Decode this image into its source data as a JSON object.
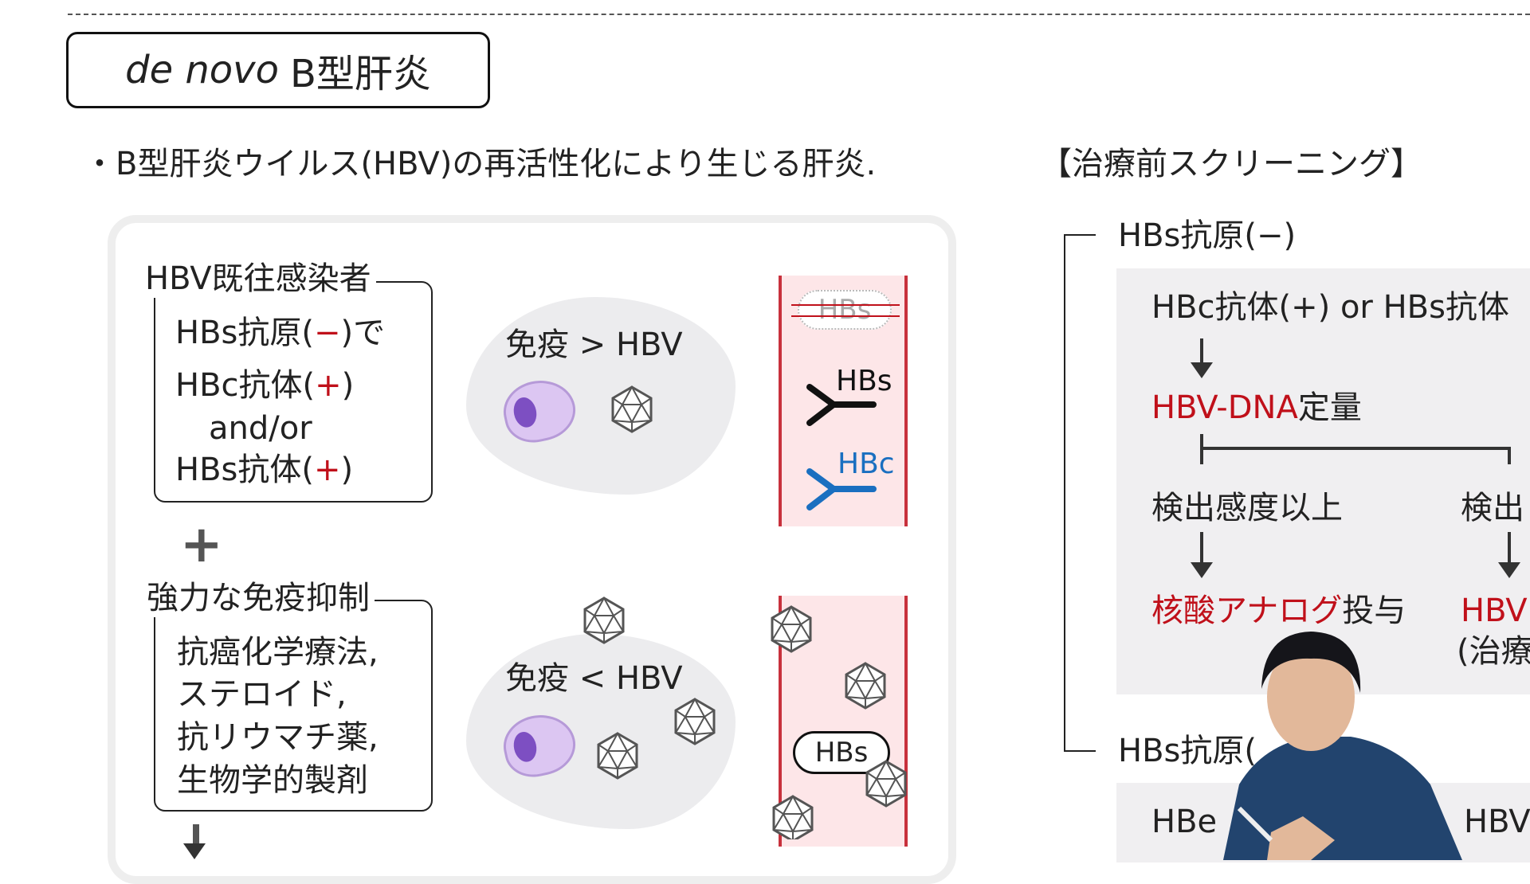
{
  "title": {
    "italic": "de novo",
    "rest": "B型肝炎"
  },
  "bullet": "・B型肝炎ウイルス(HBV)の再活性化により生じる肝炎.",
  "screening_heading": "【治療前スクリーニング】",
  "left_panel": {
    "group1_label": "HBV既往感染者",
    "group1_lines": [
      {
        "a": "HBs抗原(",
        "b": "−",
        "c": ")で"
      },
      {
        "a": "HBc抗体(",
        "b": "+",
        "c": ")"
      },
      {
        "a": "and/or",
        "b": "",
        "c": ""
      },
      {
        "a": "HBs抗体(",
        "b": "+",
        "c": ")"
      }
    ],
    "plus": "+",
    "group2_label": "強力な免疫抑制",
    "group2_lines": [
      "抗癌化学療法,",
      "ステロイド,",
      "抗リウマチ薬,",
      "生物学的製剤"
    ],
    "liver1_text": "免疫 > HBV",
    "liver2_text": "免疫 < HBV",
    "blood1": {
      "crossed": "HBs",
      "ab1": "HBs",
      "ab2": "HBc"
    },
    "blood2": {
      "antigen": "HBs"
    }
  },
  "right_panel": {
    "branch1": "HBs抗原(−)",
    "line1": "HBc抗体(+) or HBs抗体",
    "dna_red": "HBV-DNA",
    "dna_rest": "定量",
    "left_result": "検出感度以上",
    "right_result": "検出",
    "left_action_red": "核酸アナログ",
    "left_action_rest": "投与",
    "right_action_red": "HBV",
    "right_action_sub": "(治療",
    "branch2": "HBs抗原(",
    "box2_left": "HBe",
    "box2_right": "HBV"
  },
  "colors": {
    "accent_red": "#c0101a",
    "hbc_blue": "#1a6fc0",
    "blood_pink": "#fde6e8"
  }
}
